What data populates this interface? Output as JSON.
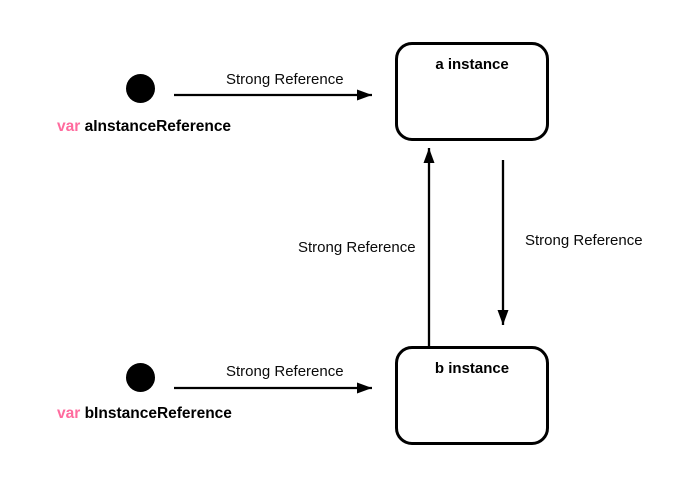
{
  "diagram": {
    "arrow_label": "Strong Reference",
    "boxes": {
      "a": {
        "label": "a instance"
      },
      "b": {
        "label": "b instance"
      }
    },
    "variables": {
      "a": {
        "keyword": "var",
        "name": "aInstanceReference"
      },
      "b": {
        "keyword": "var",
        "name": "bInstanceReference"
      }
    },
    "colors": {
      "background": "#FFFFFF",
      "line": "#000000",
      "keyword_pink": "#FF6B9E"
    }
  }
}
